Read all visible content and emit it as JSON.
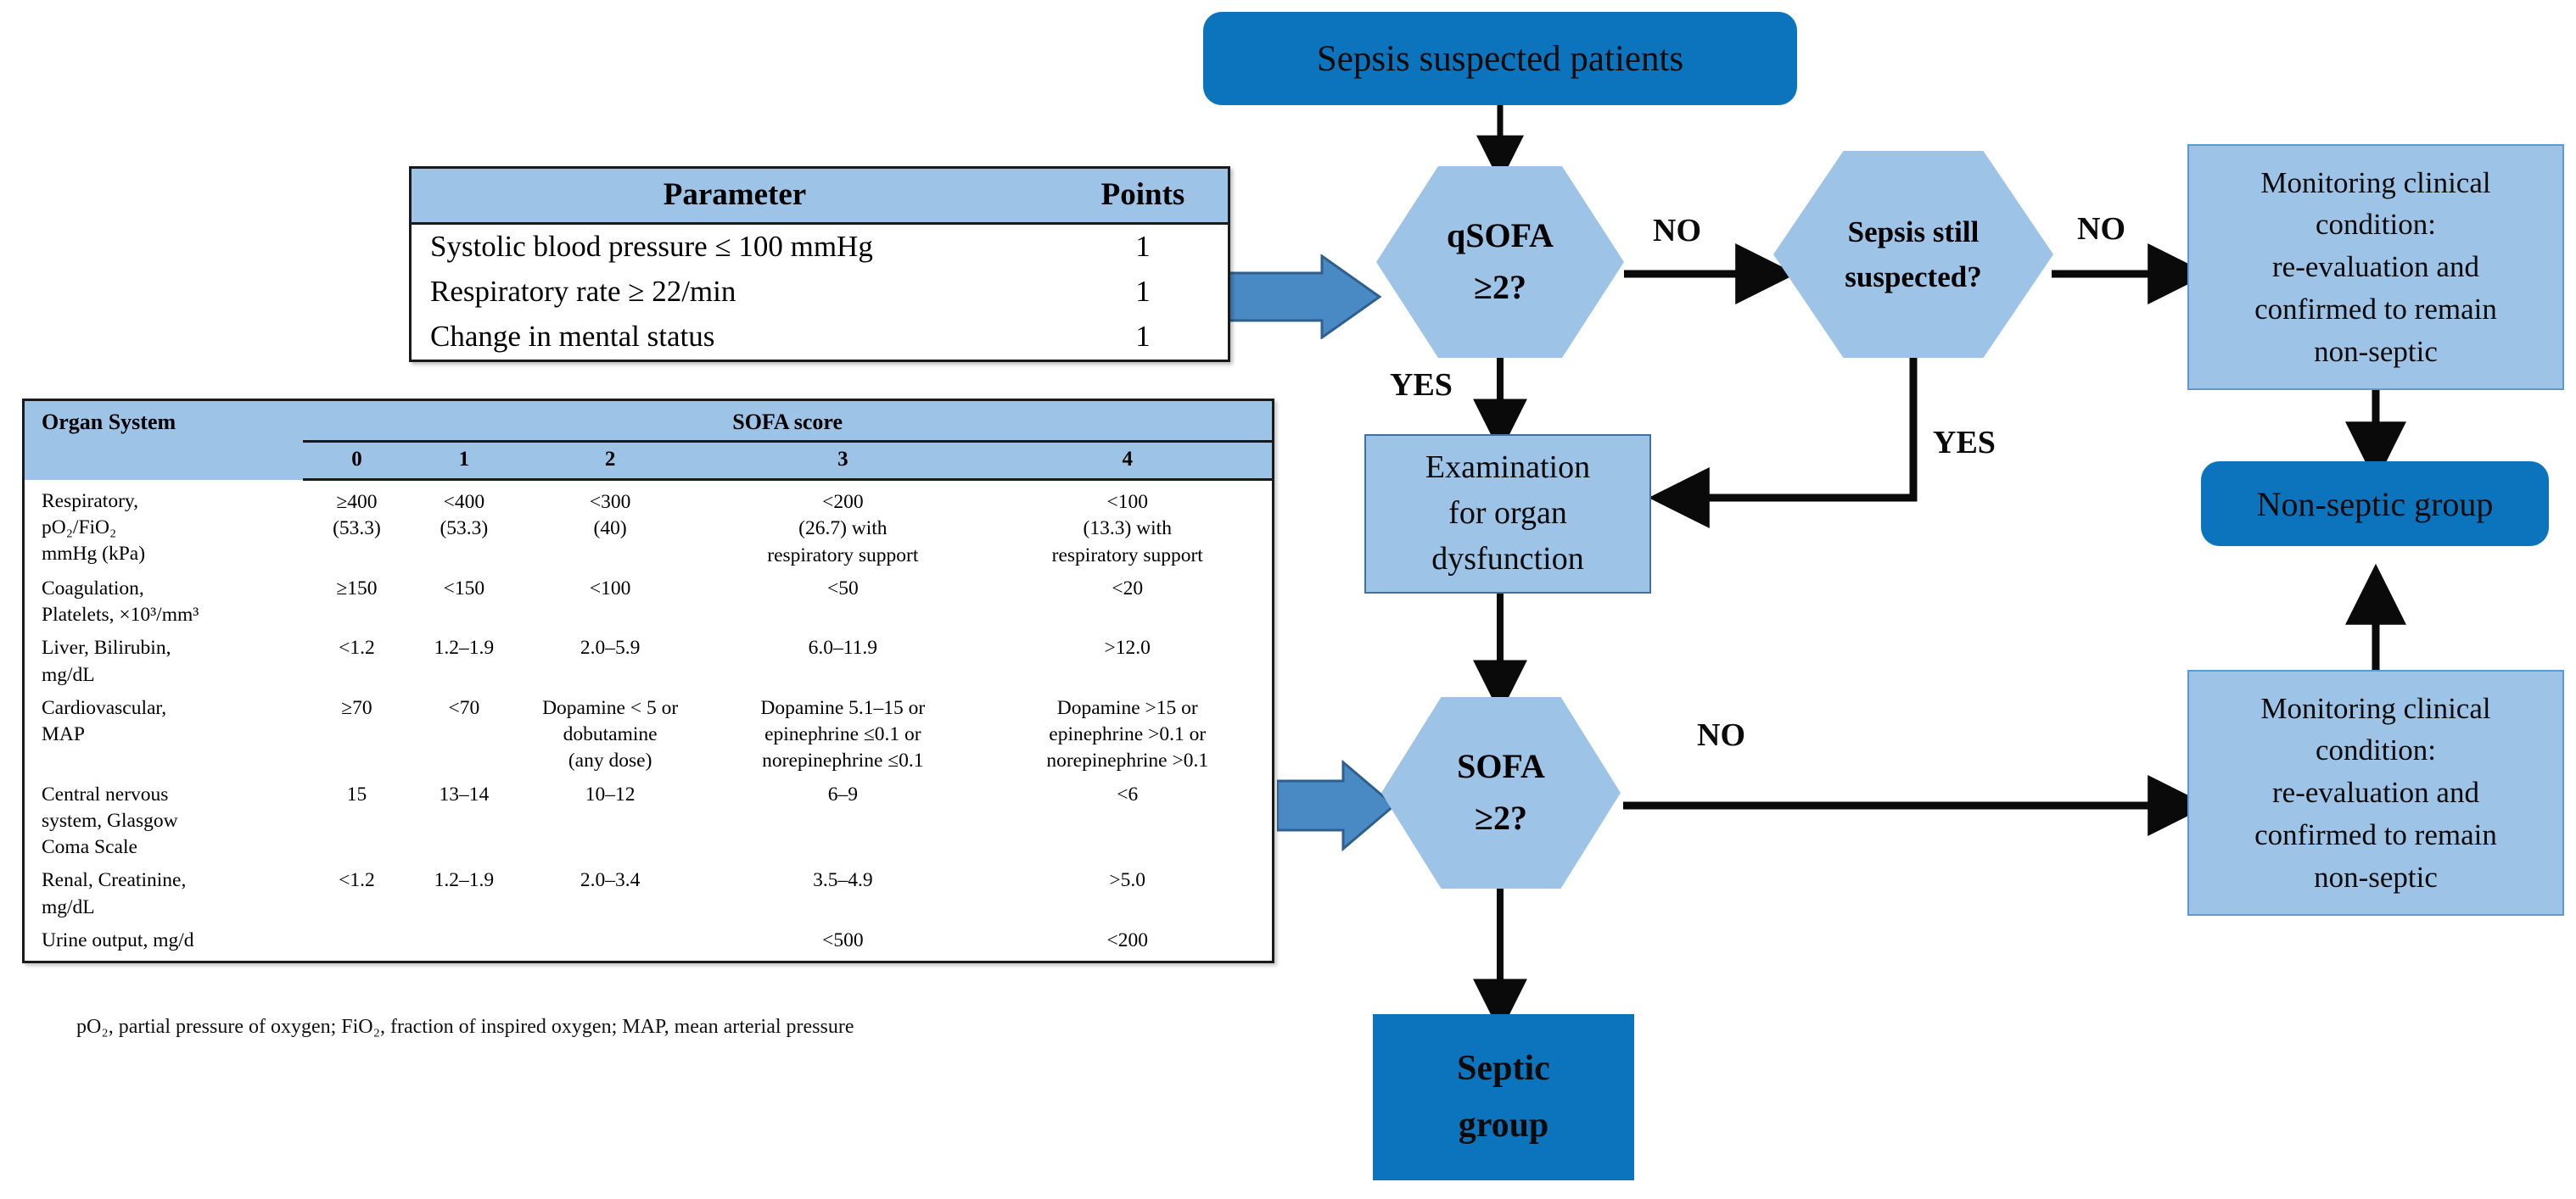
{
  "qsofa_table": {
    "columns": [
      "Parameter",
      "Points"
    ],
    "rows": [
      {
        "parameter": "Systolic blood pressure ≤ 100 mmHg",
        "points": "1"
      },
      {
        "parameter": "Respiratory rate ≥ 22/min",
        "points": "1"
      },
      {
        "parameter": "Change in mental status",
        "points": "1"
      }
    ]
  },
  "sofa_table": {
    "organ_header": "Organ System",
    "score_header": "SOFA score",
    "score_columns": [
      "0",
      "1",
      "2",
      "3",
      "4"
    ],
    "rows": [
      {
        "organ": "Respiratory,\npO₂/FiO₂\nmmHg (kPa)",
        "values": [
          "≥400\n(53.3)",
          "<400\n(53.3)",
          "<300\n(40)",
          "<200\n(26.7) with\nrespiratory support",
          "<100\n(13.3) with\nrespiratory support"
        ]
      },
      {
        "organ": "Coagulation,\nPlatelets, ×10³/mm³",
        "values": [
          "≥150",
          "<150",
          "<100",
          "<50",
          "<20"
        ]
      },
      {
        "organ": "Liver, Bilirubin,\nmg/dL",
        "values": [
          "<1.2",
          "1.2–1.9",
          "2.0–5.9",
          "6.0–11.9",
          ">12.0"
        ]
      },
      {
        "organ": "Cardiovascular,\nMAP",
        "values": [
          "≥70",
          "<70",
          "Dopamine < 5 or\ndobutamine\n(any dose)",
          "Dopamine 5.1–15 or\nepinephrine ≤0.1 or\nnorepinephrine ≤0.1",
          "Dopamine >15 or\nepinephrine >0.1 or\nnorepinephrine >0.1"
        ]
      },
      {
        "organ": "Central nervous\nsystem, Glasgow\nComa Scale",
        "values": [
          "15",
          "13–14",
          "10–12",
          "6–9",
          "<6"
        ]
      },
      {
        "organ": "Renal, Creatinine,\nmg/dL",
        "values": [
          "<1.2",
          "1.2–1.9",
          "2.0–3.4",
          "3.5–4.9",
          ">5.0"
        ]
      },
      {
        "organ": "Urine output, mg/d",
        "values": [
          "",
          "",
          "",
          "<500",
          "<200"
        ]
      }
    ],
    "footnote": "pO₂, partial pressure of oxygen; FiO₂, fraction of inspired oxygen; MAP, mean arterial pressure"
  },
  "flow": {
    "start_node": "Sepsis suspected patients",
    "qsofa_decision": "qSOFA\n≥2?",
    "sepsis_still_decision": "Sepsis still\nsuspected?",
    "monitoring_top": "Monitoring clinical\ncondition:\nre-evaluation and\nconfirmed to remain\nnon-septic",
    "monitoring_bottom": "Monitoring clinical\ncondition:\nre-evaluation and\nconfirmed to remain\nnon-septic",
    "examination": "Examination\nfor organ\ndysfunction",
    "sofa_decision": "SOFA\n≥2?",
    "non_septic_group": "Non-septic group",
    "septic_group": "Septic\ngroup",
    "labels": {
      "no_qsofa": "NO",
      "yes_qsofa": "YES",
      "no_sepsis_still": "NO",
      "yes_sepsis_still": "YES",
      "no_sofa": "NO"
    }
  },
  "colors": {
    "dark_blue": "#0b74bd",
    "light_blue": "#9dc3e6",
    "block_arrow_blue": "#4a8ac4",
    "edge_black": "#0a0a0a",
    "table_border": "#1a1a1a"
  }
}
